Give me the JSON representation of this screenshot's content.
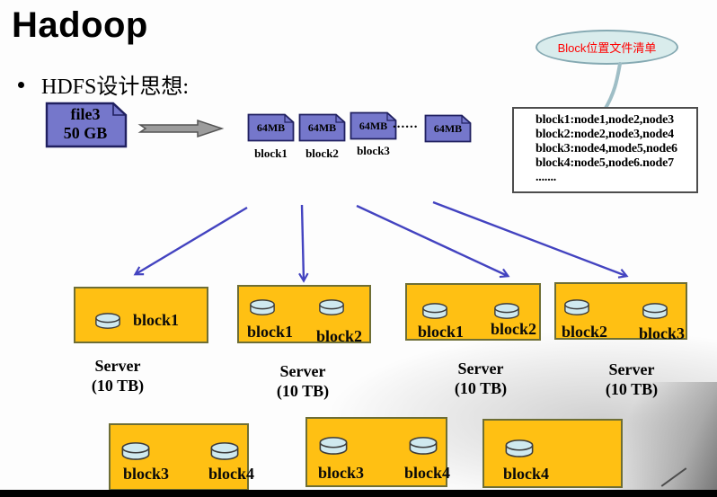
{
  "slide": {
    "title": "Hadoop",
    "bullet": "HDFS设计思想:"
  },
  "source_file": {
    "name": "file3",
    "size": "50 GB"
  },
  "block_strip": {
    "chips": [
      {
        "size": "64MB",
        "label": "block1"
      },
      {
        "size": "64MB",
        "label": "block2"
      },
      {
        "size": "64MB",
        "label": "block3"
      },
      {
        "size": "64MB",
        "label": ""
      }
    ],
    "ellipsis": "......"
  },
  "callout": {
    "title": "Block位置文件清单",
    "entries": [
      "block1:node1,node2,node3",
      "block2:node2,node3,node4",
      "block3:node4,mode5,node6",
      "block4:node5,node6.node7",
      "......."
    ]
  },
  "servers": {
    "row1": [
      {
        "blocks": [
          "block1"
        ],
        "caption_line1": "Server",
        "caption_line2": "(10 TB)"
      },
      {
        "blocks": [
          "block1",
          "block2"
        ],
        "caption_line1": "Server",
        "caption_line2": "(10 TB)"
      },
      {
        "blocks": [
          "block1",
          "block2"
        ],
        "caption_line1": "Server",
        "caption_line2": "(10 TB)"
      },
      {
        "blocks": [
          "block2",
          "block3"
        ],
        "caption_line1": "Server",
        "caption_line2": "(10 TB)"
      }
    ],
    "row2": [
      {
        "blocks": [
          "block3",
          "block4"
        ]
      },
      {
        "blocks": [
          "block3",
          "block4"
        ]
      },
      {
        "blocks": [
          "block4"
        ]
      }
    ]
  },
  "colors": {
    "block_fill": "#7577cb",
    "server_fill": "#ffc013",
    "disk_fill": "#cfe9ef",
    "arrow_blue": "#4343c0",
    "callout_fill": "#d9ecec",
    "callout_border": "#85a9b2",
    "callout_text": "#ff0000"
  }
}
